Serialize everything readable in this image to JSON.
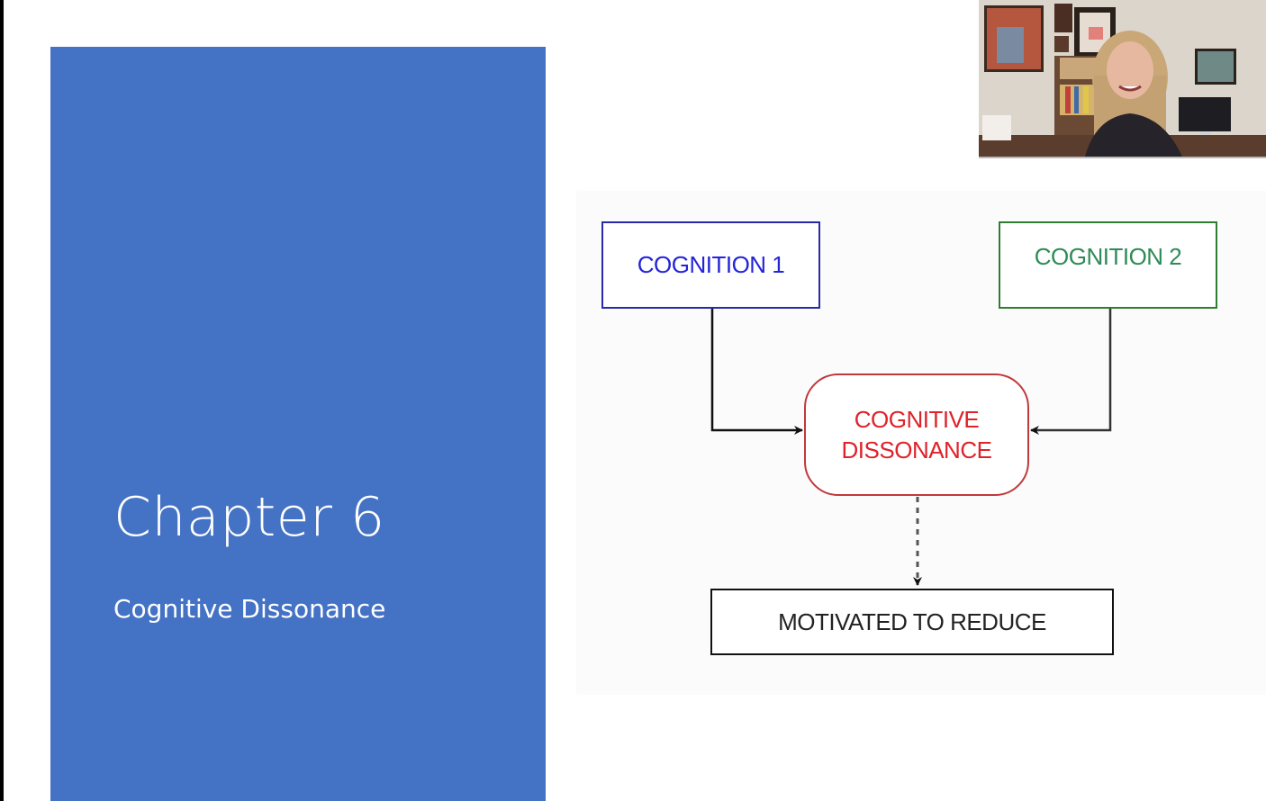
{
  "slide": {
    "title": "Chapter 6",
    "subtitle": "Cognitive Dissonance",
    "panel_color": "#4472c4"
  },
  "diagram": {
    "nodes": {
      "cognition1": "COGNITION 1",
      "cognition2": "COGNITION 2",
      "dissonance_line1": "COGNITIVE",
      "dissonance_line2": "DISSONANCE",
      "motivated": "MOTIVATED TO REDUCE"
    },
    "colors": {
      "cognition1": "#2424d8",
      "cognition2": "#2e8b57",
      "dissonance": "#e0222a",
      "motivated": "#222222"
    },
    "edges": [
      {
        "from": "cognition1",
        "to": "dissonance",
        "style": "solid"
      },
      {
        "from": "cognition2",
        "to": "dissonance",
        "style": "solid"
      },
      {
        "from": "dissonance",
        "to": "motivated",
        "style": "dashed"
      }
    ]
  },
  "webcam": {
    "label": "presenter-video"
  }
}
